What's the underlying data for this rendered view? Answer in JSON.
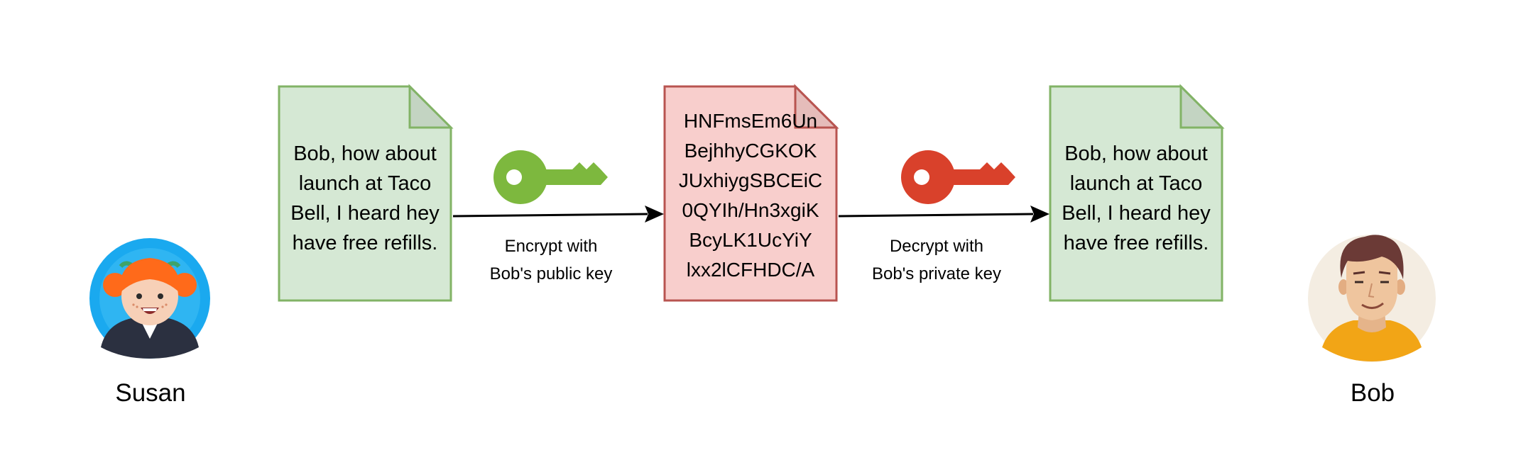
{
  "people": {
    "sender": {
      "name": "Susan"
    },
    "receiver": {
      "name": "Bob"
    }
  },
  "documents": {
    "plaintext_left": {
      "text": "Bob, how about\nlaunch at Taco\nBell, I heard hey\nhave free refills."
    },
    "ciphertext": {
      "text": "HNFmsEm6Un\nBejhhyCGKOK\nJUxhiygSBCEiC\n0QYIh/Hn3xgiK\nBcyLK1UcYiY\nlxx2lCFHDC/A"
    },
    "plaintext_right": {
      "text": "Bob, how about\nlaunch at Taco\nBell, I heard hey\nhave free refills."
    }
  },
  "steps": {
    "encrypt": {
      "label": "Encrypt with\nBob's public key"
    },
    "decrypt": {
      "label": "Decrypt with\nBob's private key"
    }
  },
  "colors": {
    "plain_fill": "#d5e8d4",
    "plain_stroke": "#82b366",
    "plain_fold": "#c3d4c2",
    "cipher_fill": "#f8cecc",
    "cipher_stroke": "#b85450",
    "cipher_fold": "#e5bcba",
    "public_key": "#7db83e",
    "private_key": "#d9412b",
    "arrow": "#000000",
    "susan_circle": "#1aa9ef",
    "bob_circle": "#f4ede2"
  }
}
